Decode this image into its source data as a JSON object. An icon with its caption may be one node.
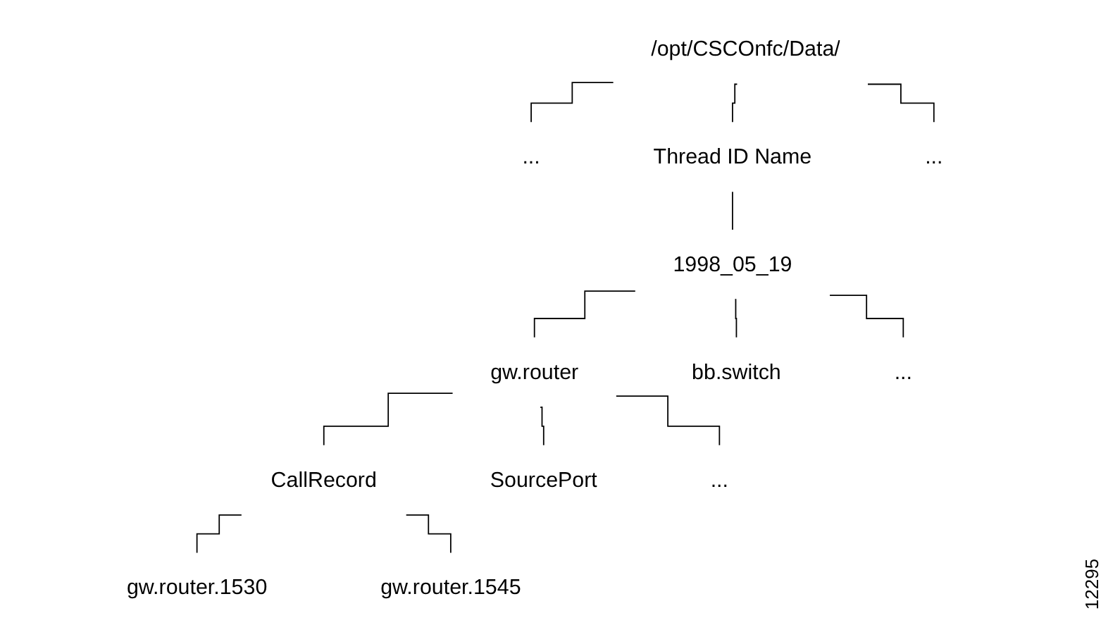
{
  "diagram": {
    "nodes": [
      {
        "text": [
          "/opt/CSCOnfc/Data/"
        ]
      },
      {
        "text": [
          "..."
        ]
      },
      {
        "text": [
          "Thread ID Name"
        ]
      },
      {
        "text": [
          "..."
        ]
      },
      {
        "text": [
          "1998_05_19"
        ]
      },
      {
        "text": [
          "gw.router"
        ]
      },
      {
        "text": [
          "bb.switch"
        ]
      },
      {
        "text": [
          "..."
        ]
      },
      {
        "text": [
          "CallRecord"
        ]
      },
      {
        "text": [
          "SourcePort"
        ]
      },
      {
        "text": [
          "..."
        ]
      },
      {
        "text": [
          "gw.router.1530"
        ]
      },
      {
        "text": [
          "gw.router.1545"
        ]
      }
    ],
    "edges": [
      {
        "from": 0,
        "to": 1,
        "arrow": "none"
      },
      {
        "from": 0,
        "to": 2,
        "arrow": "none"
      },
      {
        "from": 0,
        "to": 3,
        "arrow": "none"
      },
      {
        "from": 2,
        "to": 4,
        "arrow": "none"
      },
      {
        "from": 4,
        "to": 5,
        "arrow": "none"
      },
      {
        "from": 4,
        "to": 6,
        "arrow": "none"
      },
      {
        "from": 4,
        "to": 7,
        "arrow": "none"
      },
      {
        "from": 5,
        "to": 8,
        "arrow": "none"
      },
      {
        "from": 5,
        "to": 9,
        "arrow": "none"
      },
      {
        "from": 5,
        "to": 10,
        "arrow": "none"
      },
      {
        "from": 8,
        "to": 11,
        "arrow": "none"
      },
      {
        "from": 8,
        "to": 12,
        "arrow": "none"
      }
    ],
    "labels": [
      "12295"
    ]
  }
}
